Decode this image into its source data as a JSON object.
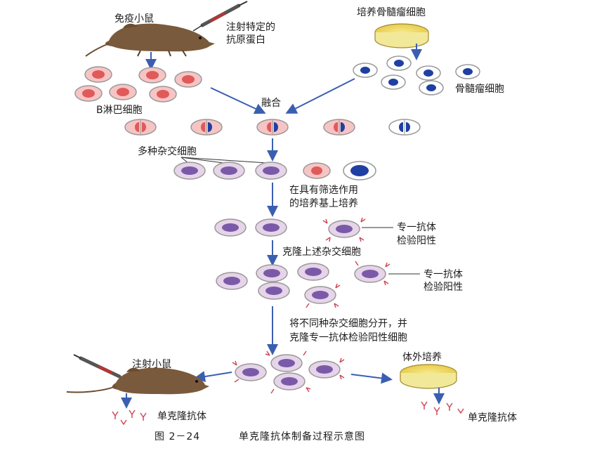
{
  "labels": {
    "immunized_mouse": "免疫小鼠",
    "inject_antigen_line1": "注射特定的",
    "inject_antigen_line2": "抗原蛋白",
    "culture_myeloma": "培养骨髓瘤细胞",
    "b_lymphocyte": "B淋巴细胞",
    "myeloma_cell": "骨髓瘤细胞",
    "fusion": "融合",
    "hybrid_cells": "多种杂交细胞",
    "selective_medium_line1": "在具有筛选作用",
    "selective_medium_line2": "的培养基上培养",
    "antibody_test_1_line1": "专一抗体",
    "antibody_test_1_line2": "检验阳性",
    "clone_hybrids": "克隆上述杂交细胞",
    "antibody_test_2_line1": "专一抗体",
    "antibody_test_2_line2": "检验阳性",
    "separate_line1": "将不同种杂交细胞分开，并",
    "separate_line2": "克隆专一抗体检验阳性细胞",
    "inject_mouse": "注射小鼠",
    "in_vitro_culture": "体外培养",
    "monoclonal_antibody_left": "单克隆抗体",
    "monoclonal_antibody_right": "单克隆抗体"
  },
  "caption": {
    "figure_no": "图 2－24",
    "title": "单克隆抗体制备过程示意图"
  },
  "colors": {
    "arrow": "#3b5fb0",
    "b_cell_fill": "#f7c4c4",
    "b_nucleus": "#e05a5a",
    "myeloma_nucleus": "#1f3fa3",
    "hybrid_fill": "#e6d4e8",
    "hybrid_nucleus": "#7a5aa8",
    "antibody": "#d04a5a",
    "mouse": "#7a5a3c",
    "dish_medium": "#f1e07a"
  }
}
